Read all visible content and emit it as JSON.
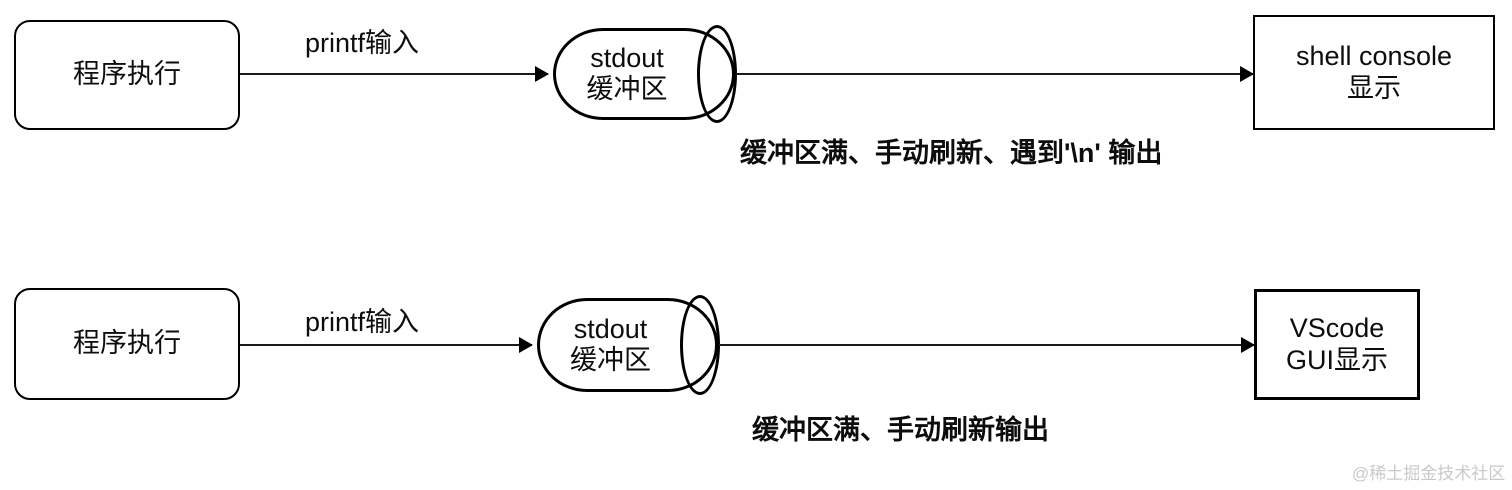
{
  "diagram": {
    "background": "#ffffff",
    "stroke_color": "#000000",
    "text_color": "#0d0d0d"
  },
  "rows": [
    {
      "id": "shell-flow",
      "source": {
        "label": "程序执行"
      },
      "edge_in": {
        "label": "printf输入"
      },
      "buffer": {
        "line1": "stdout",
        "line2": "缓冲区"
      },
      "edge_out": {
        "label": "缓冲区满、手动刷新、遇到'\\n' 输出"
      },
      "sink": {
        "line1": "shell console",
        "line2": "显示"
      }
    },
    {
      "id": "vscode-flow",
      "source": {
        "label": "程序执行"
      },
      "edge_in": {
        "label": "printf输入"
      },
      "buffer": {
        "line1": "stdout",
        "line2": "缓冲区"
      },
      "edge_out": {
        "label": "缓冲区满、手动刷新输出"
      },
      "sink": {
        "line1": "VScode",
        "line2": "GUI显示"
      }
    }
  ],
  "watermark": {
    "text": "@稀土掘金技术社区",
    "color": "#c9c9c9"
  }
}
